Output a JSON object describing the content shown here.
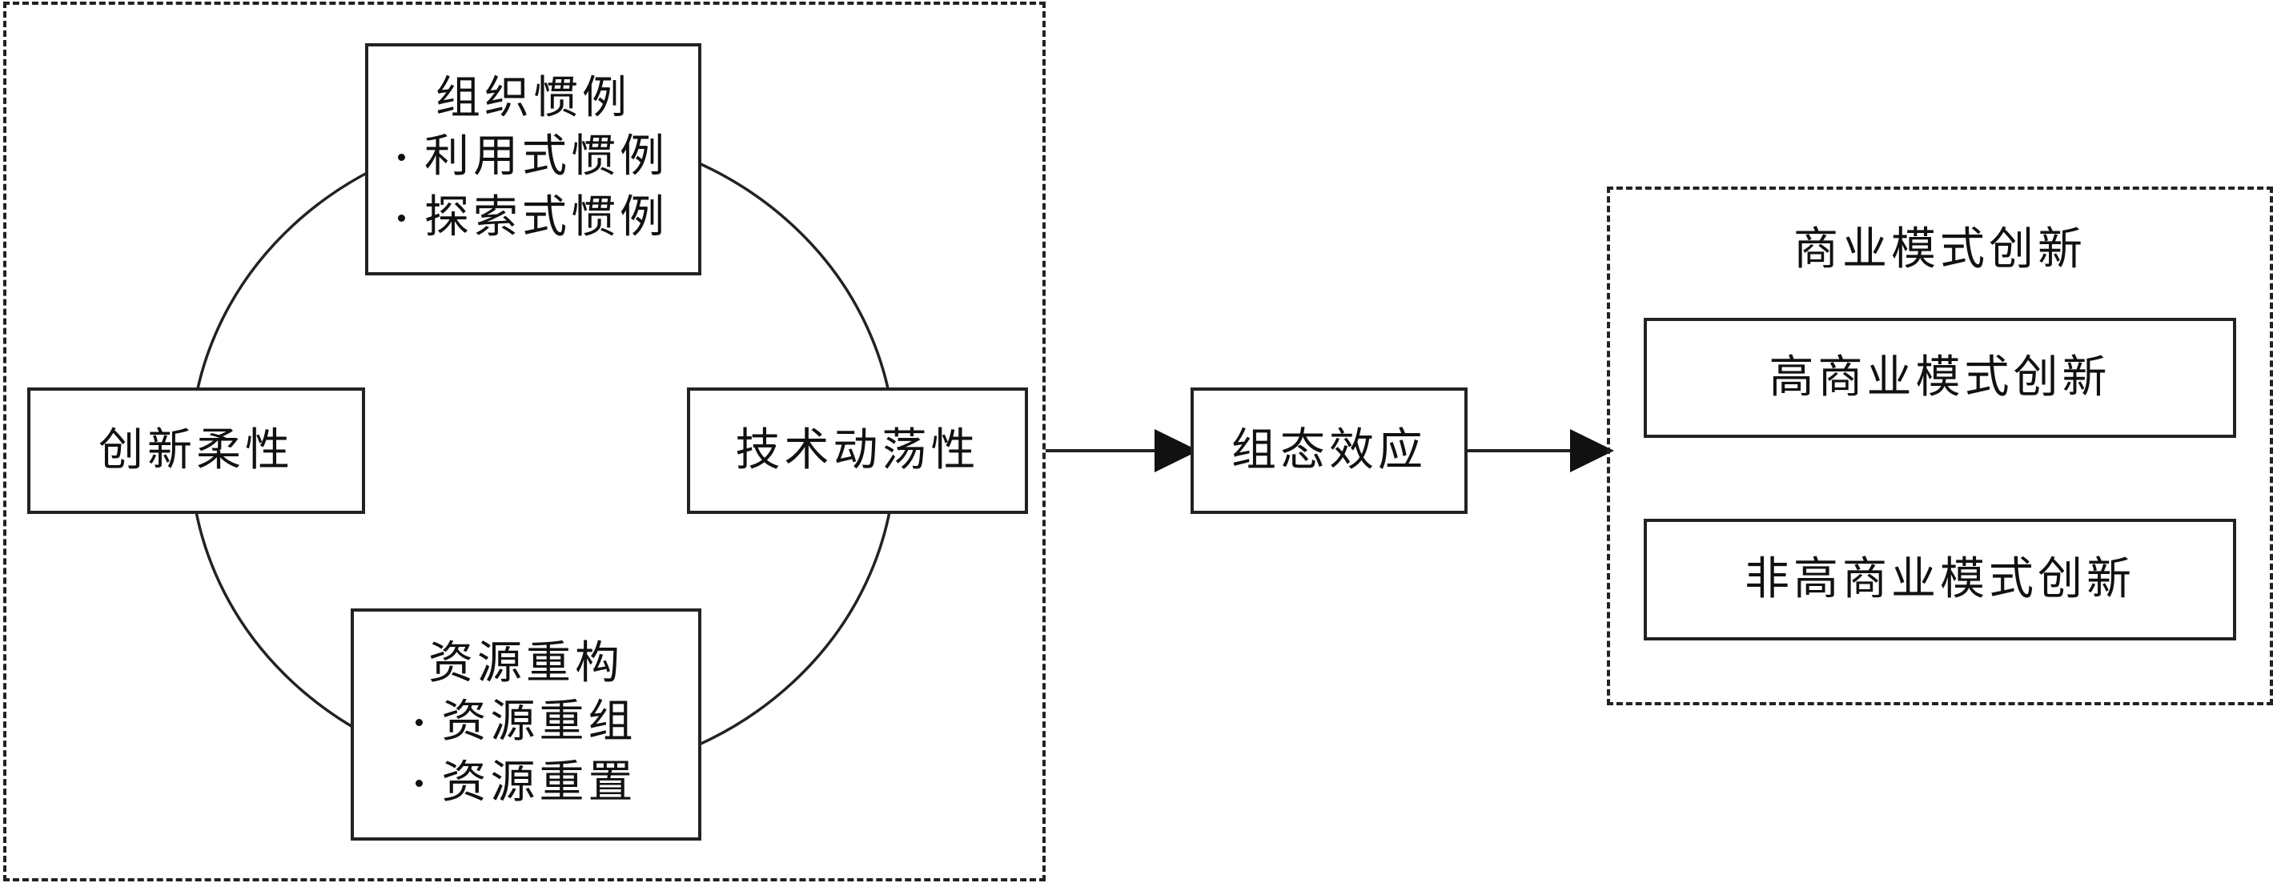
{
  "left_group": {
    "top_box": {
      "title": "组织惯例",
      "items": [
        "利用式惯例",
        "探索式惯例"
      ]
    },
    "left_box": {
      "title": "创新柔性"
    },
    "right_box": {
      "title": "技术动荡性"
    },
    "bottom_box": {
      "title": "资源重构",
      "items": [
        "资源重组",
        "资源重置"
      ]
    }
  },
  "middle_box": {
    "title": "组态效应"
  },
  "right_group": {
    "title": "商业模式创新",
    "items": [
      "高商业模式创新",
      "非高商业模式创新"
    ]
  }
}
